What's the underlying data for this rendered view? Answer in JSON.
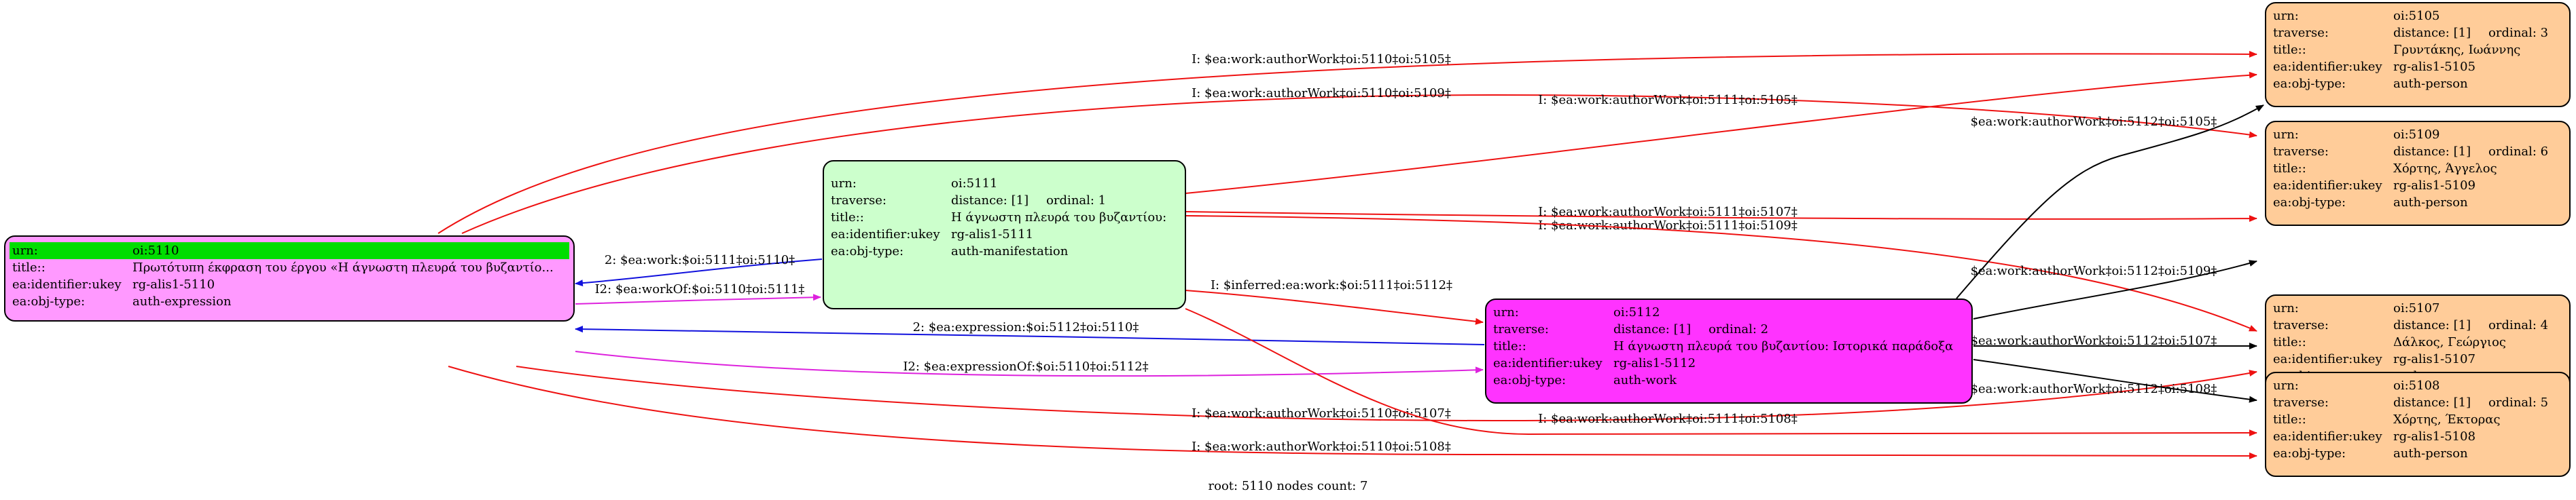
{
  "nodes": {
    "n5110": {
      "color": "#ff99ff",
      "highlight": "#00dd00",
      "urn_key": "urn:",
      "urn": "oi:5110",
      "title_key": "title::",
      "title": "Πρωτότυπη έκφραση του έργου «Η άγνωστη πλευρά του βυζαντίο...",
      "ukey_key": "ea:identifier:ukey",
      "ukey": "rg-alis1-5110",
      "type_key": "ea:obj-type:",
      "type": "auth-expression"
    },
    "n5111": {
      "color": "#ccffcc",
      "urn_key": "urn:",
      "urn": "oi:5111",
      "traverse_key": "traverse:",
      "distance": "distance: [1]",
      "ordinal": "ordinal: 1",
      "title_key": "title::",
      "title": "Η άγνωστη πλευρά του βυζαντίου:",
      "ukey_key": "ea:identifier:ukey",
      "ukey": "rg-alis1-5111",
      "type_key": "ea:obj-type:",
      "type": "auth-manifestation"
    },
    "n5112": {
      "color": "#ff33ff",
      "urn_key": "urn:",
      "urn": "oi:5112",
      "traverse_key": "traverse:",
      "distance": "distance: [1]",
      "ordinal": "ordinal: 2",
      "title_key": "title::",
      "title": "Η άγνωστη πλευρά του βυζαντίου: Ιστορικά παράδοξα",
      "ukey_key": "ea:identifier:ukey",
      "ukey": "rg-alis1-5112",
      "type_key": "ea:obj-type:",
      "type": "auth-work"
    },
    "n5105": {
      "color": "#ffcc99",
      "urn_key": "urn:",
      "urn": "oi:5105",
      "traverse_key": "traverse:",
      "distance": "distance: [1]",
      "ordinal": "ordinal: 3",
      "title_key": "title::",
      "title": "Γρυντάκης, Ιωάννης",
      "ukey_key": "ea:identifier:ukey",
      "ukey": "rg-alis1-5105",
      "type_key": "ea:obj-type:",
      "type": "auth-person"
    },
    "n5109": {
      "color": "#ffcc99",
      "urn_key": "urn:",
      "urn": "oi:5109",
      "traverse_key": "traverse:",
      "distance": "distance: [1]",
      "ordinal": "ordinal: 6",
      "title_key": "title::",
      "title": "Χόρτης, Άγγελος",
      "ukey_key": "ea:identifier:ukey",
      "ukey": "rg-alis1-5109",
      "type_key": "ea:obj-type:",
      "type": "auth-person"
    },
    "n5107": {
      "color": "#ffcc99",
      "urn_key": "urn:",
      "urn": "oi:5107",
      "traverse_key": "traverse:",
      "distance": "distance: [1]",
      "ordinal": "ordinal: 4",
      "title_key": "title::",
      "title": "Δάλκος, Γεώργιος",
      "ukey_key": "ea:identifier:ukey",
      "ukey": "rg-alis1-5107",
      "type_key": "ea:obj-type:",
      "type": "auth-person"
    },
    "n5108": {
      "color": "#ffcc99",
      "urn_key": "urn:",
      "urn": "oi:5108",
      "traverse_key": "traverse:",
      "distance": "distance: [1]",
      "ordinal": "ordinal: 5",
      "title_key": "title::",
      "title": "Χόρτης, Έκτορας",
      "ukey_key": "ea:identifier:ukey",
      "ukey": "rg-alis1-5108",
      "type_key": "ea:obj-type:",
      "type": "auth-person"
    }
  },
  "edges": [
    {
      "label": "I: $ea:work:authorWork‡oi:5110‡oi:5105‡",
      "color": "#ee1111"
    },
    {
      "label": "I: $ea:work:authorWork‡oi:5110‡oi:5109‡",
      "color": "#ee1111"
    },
    {
      "label": "I: $ea:work:authorWork‡oi:5111‡oi:5105‡",
      "color": "#ee1111"
    },
    {
      "label": "I: $ea:work:authorWork‡oi:5111‡oi:5109‡",
      "color": "#ee1111"
    },
    {
      "label": "I: $ea:work:authorWork‡oi:5111‡oi:5107‡",
      "color": "#ee1111"
    },
    {
      "label": "2: $ea:work:$oi:5111‡oi:5110‡",
      "color": "#1111dd"
    },
    {
      "label": "I2: $ea:workOf:$oi:5110‡oi:5111‡",
      "color": "#dd22dd"
    },
    {
      "label": "I: $inferred:ea:work:$oi:5111‡oi:5112‡",
      "color": "#ee1111"
    },
    {
      "label": "2: $ea:expression:$oi:5112‡oi:5110‡",
      "color": "#1111dd"
    },
    {
      "label": "I2: $ea:expressionOf:$oi:5110‡oi:5112‡",
      "color": "#dd22dd"
    },
    {
      "label": "I: $ea:work:authorWork‡oi:5110‡oi:5107‡",
      "color": "#ee1111"
    },
    {
      "label": "I: $ea:work:authorWork‡oi:5111‡oi:5108‡",
      "color": "#ee1111"
    },
    {
      "label": "I: $ea:work:authorWork‡oi:5110‡oi:5108‡",
      "color": "#ee1111"
    },
    {
      "label": "$ea:work:authorWork‡oi:5112‡oi:5105‡",
      "color": "#000000"
    },
    {
      "label": "$ea:work:authorWork‡oi:5112‡oi:5109‡",
      "color": "#000000"
    },
    {
      "label": "$ea:work:authorWork‡oi:5112‡oi:5107‡",
      "color": "#000000"
    },
    {
      "label": "$ea:work:authorWork‡oi:5112‡oi:5108‡",
      "color": "#000000"
    }
  ],
  "footer": "root: 5110 nodes count: 7"
}
